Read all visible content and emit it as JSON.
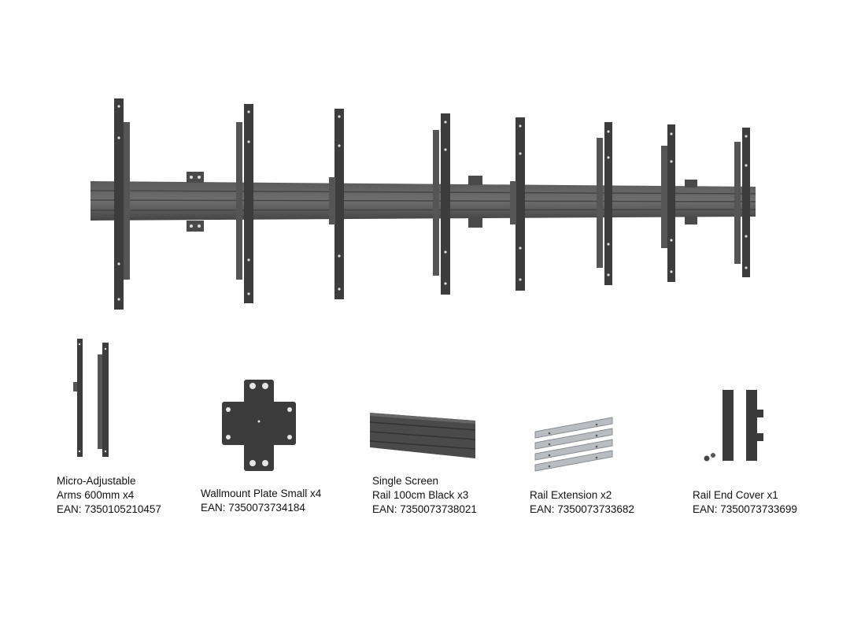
{
  "colors": {
    "background": "#ffffff",
    "metal_dark": "#3a3a3a",
    "metal_mid": "#505050",
    "metal_light": "#6a6a6a",
    "silver": "#b8bcc0",
    "text": "#111111"
  },
  "products": [
    {
      "name_line1": "Micro-Adjustable",
      "name_line2": "Arms 600mm x4",
      "ean": "EAN: 7350105210457"
    },
    {
      "name_line1": "",
      "name_line2": "Wallmount Plate Small x4",
      "ean": "EAN: 7350073734184"
    },
    {
      "name_line1": "Single Screen",
      "name_line2": "Rail 100cm Black x3",
      "ean": "EAN: 7350073738021"
    },
    {
      "name_line1": "",
      "name_line2": "Rail Extension x2",
      "ean": "EAN: 7350073733682"
    },
    {
      "name_line1": "",
      "name_line2": "Rail End Cover x1",
      "ean": "EAN: 7350073733699"
    }
  ]
}
